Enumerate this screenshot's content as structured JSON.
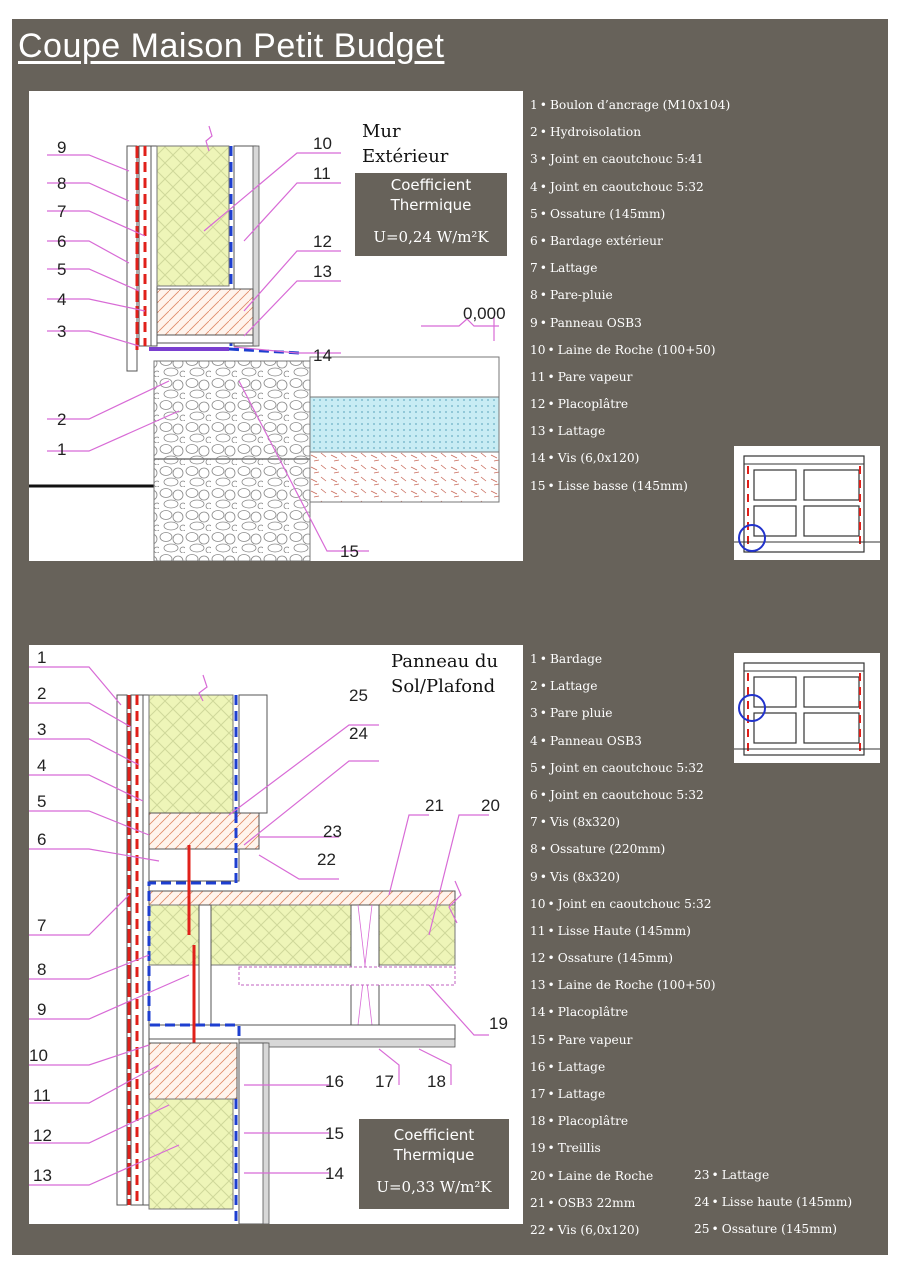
{
  "title": "Coupe Maison Petit Budget",
  "section1": {
    "heading_line1": "Mur",
    "heading_line2": "Extérieur",
    "coefficient_line1": "Coefficient",
    "coefficient_line2": "Thermique",
    "u_value": "U=0,24 W/m²K",
    "level_label": "0,000",
    "callouts": [
      "1",
      "2",
      "3",
      "4",
      "5",
      "6",
      "7",
      "8",
      "9",
      "10",
      "11",
      "12",
      "13",
      "14",
      "15"
    ],
    "legend": [
      {
        "num": "1",
        "label": "Boulon d’ancrage (M10x104)"
      },
      {
        "num": "2",
        "label": "Hydroisolation"
      },
      {
        "num": "3",
        "label": "Joint en caoutchouc 5:41"
      },
      {
        "num": "4",
        "label": "Joint en caoutchouc 5:32"
      },
      {
        "num": "5",
        "label": "Ossature (145mm)"
      },
      {
        "num": "6",
        "label": "Bardage extérieur"
      },
      {
        "num": "7",
        "label": "Lattage"
      },
      {
        "num": "8",
        "label": "Pare-pluie"
      },
      {
        "num": "9",
        "label": "Panneau OSB3"
      },
      {
        "num": "10",
        "label": "Laine de Roche (100+50)"
      },
      {
        "num": "11",
        "label": "Pare vapeur"
      },
      {
        "num": "12",
        "label": "Placoplâtre"
      },
      {
        "num": "13",
        "label": "Lattage"
      },
      {
        "num": "14",
        "label": "Vis (6,0x120)"
      },
      {
        "num": "15",
        "label": "Lisse basse (145mm)"
      }
    ]
  },
  "section2": {
    "heading_line1": "Panneau du",
    "heading_line2": "Sol/Plafond",
    "coefficient_line1": "Coefficient",
    "coefficient_line2": "Thermique",
    "u_value": "U=0,33 W/m²K",
    "callouts": [
      "1",
      "2",
      "3",
      "4",
      "5",
      "6",
      "7",
      "8",
      "9",
      "10",
      "11",
      "12",
      "13",
      "14",
      "15",
      "16",
      "17",
      "18",
      "19",
      "20",
      "21",
      "22",
      "23",
      "24",
      "25"
    ],
    "legend": [
      {
        "num": "1",
        "label": "Bardage"
      },
      {
        "num": "2",
        "label": "Lattage"
      },
      {
        "num": "3",
        "label": "Pare pluie"
      },
      {
        "num": "4",
        "label": "Panneau OSB3"
      },
      {
        "num": "5",
        "label": "Joint en caoutchouc 5:32"
      },
      {
        "num": "6",
        "label": "Joint en caoutchouc 5:32"
      },
      {
        "num": "7",
        "label": "Vis (8x320)"
      },
      {
        "num": "8",
        "label": "Ossature (220mm)"
      },
      {
        "num": "9",
        "label": "Vis (8x320)"
      },
      {
        "num": "10",
        "label": "Joint en caoutchouc 5:32"
      },
      {
        "num": "11",
        "label": "Lisse Haute (145mm)"
      },
      {
        "num": "12",
        "label": "Ossature (145mm)"
      },
      {
        "num": "13",
        "label": "Laine de Roche (100+50)"
      },
      {
        "num": "14",
        "label": "Placoplâtre"
      },
      {
        "num": "15",
        "label": "Pare vapeur"
      },
      {
        "num": "16",
        "label": "Lattage"
      },
      {
        "num": "17",
        "label": "Lattage"
      },
      {
        "num": "18",
        "label": "Placoplâtre"
      },
      {
        "num": "19",
        "label": "Treillis"
      },
      {
        "num": "20",
        "label": "Laine de Roche"
      },
      {
        "num": "21",
        "label": "OSB3 22mm"
      },
      {
        "num": "22",
        "label": "Vis (6,0x120)"
      }
    ],
    "legend_extra": [
      {
        "num": "23",
        "label": "Lattage"
      },
      {
        "num": "24",
        "label": "Lisse haute (145mm)"
      },
      {
        "num": "25",
        "label": "Ossature (145mm)"
      }
    ]
  },
  "colors": {
    "background": "#67625a",
    "insulation": "#eef5b8",
    "vapor_barrier": "#1e3fd0",
    "rain_barrier": "#e0201a",
    "screed": "#c8ecf4",
    "callout_lines": "#d86bd6",
    "highlight_circle": "#2233cc"
  }
}
